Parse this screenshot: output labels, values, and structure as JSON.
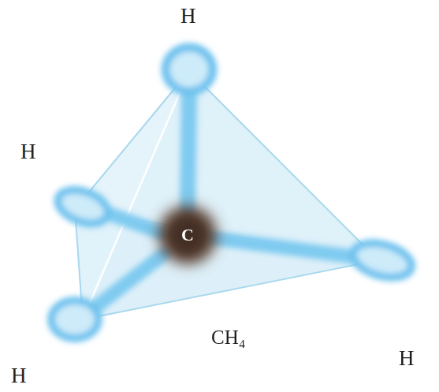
{
  "diagram": {
    "nodes": [
      {
        "text": [
          "C"
        ]
      }
    ],
    "labels": [
      "H",
      "H",
      "H",
      "H",
      "CH₄"
    ]
  }
}
